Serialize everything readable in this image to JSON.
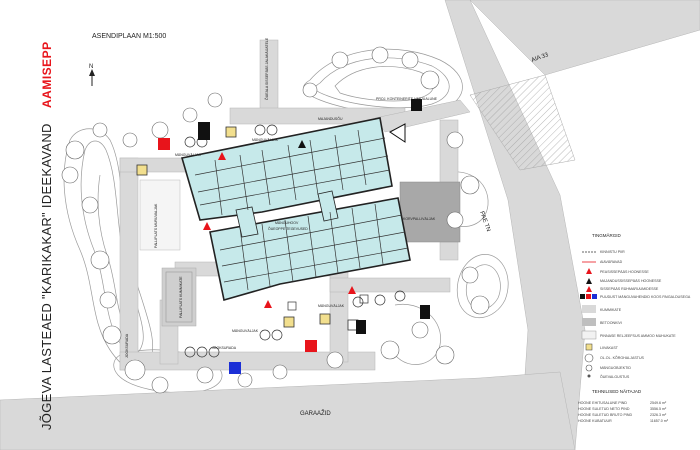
{
  "project": {
    "brand": "AAMISEPP",
    "title": "JÕGEVA LASTEAED \"KARIKAKAR\" IDEEKAVAND",
    "plan_title": "ASENDIPLAAN  M1:500",
    "north": "N"
  },
  "map_labels": {
    "street_east": "PAE TN",
    "street_corner": "AIA 33",
    "garages": "GARAAŽID",
    "play_1": "MÄNGUVÄLJAK",
    "play_2": "MÄNGUVÄLJAK",
    "play_3": "MÄNGUVÄLJAK",
    "play_4": "MÄNGUVÄLJAK",
    "house": "MAJANDUSÕU",
    "hoops": "KORVPALLIVÄLJAK",
    "courtyard_1": "MÄNGUHOOV",
    "courtyard_2": "ÕUEOPPE TEGEVUSED",
    "track_1": "JOOKSURADA",
    "track_2": "JOOKSURADA",
    "fields": "PALLIPLATS MURUVALJAK",
    "sandpit": "PALLIPLATS KUMMIKATE",
    "entrance": "PROJ. KONTEINERITE VARJUALUNE",
    "access": "ÕUEALA SISSEPÄÄS JALAKÄIJATELE"
  },
  "legend": {
    "heading": "TINGMÄRGID",
    "items": [
      "KINNISTU PIIR",
      "AIAVÄRAVAD",
      "PEASISSEPÄÄS HOONESSE",
      "MAJANDUSSISSEPÄÄS HOONESSE",
      "SISSEPÄÄS RÜHMARUUMIDESSE",
      "PUUDUST MÄNGUVAHENDID KOOS PAIGALDUSEGA",
      "KUMMIKATE",
      "BETOONKIVI",
      "PINNASE RELJEEFSUS AMMOO MUHUKATE",
      "LIIVAKAST",
      "OL.OL. KÕRGHALJASTUS",
      "MÄNGUOBJEKTID",
      "ÕUEVALGUSTUS"
    ],
    "table_heading": "TEHNILISED NÄITAJAD",
    "table": [
      {
        "label": "HOONE EHITUSALUNE PIND",
        "value": "2549.6 m²"
      },
      {
        "label": "HOONE SULETUD NETO PIND",
        "value": "3556.5 m²"
      },
      {
        "label": "HOONE SULETUD BRUTO PIND",
        "value": "2326.3 m²"
      },
      {
        "label": "HOONE KUBATUUR",
        "value": "11657.0 m³"
      }
    ]
  },
  "colors": {
    "building": "#c6e9ea",
    "road": "#d9d9d9",
    "brand": "#e8141b",
    "accent_red": "#e8141b",
    "accent_blue": "#1b2fd6",
    "sand": "#f2df8e"
  }
}
